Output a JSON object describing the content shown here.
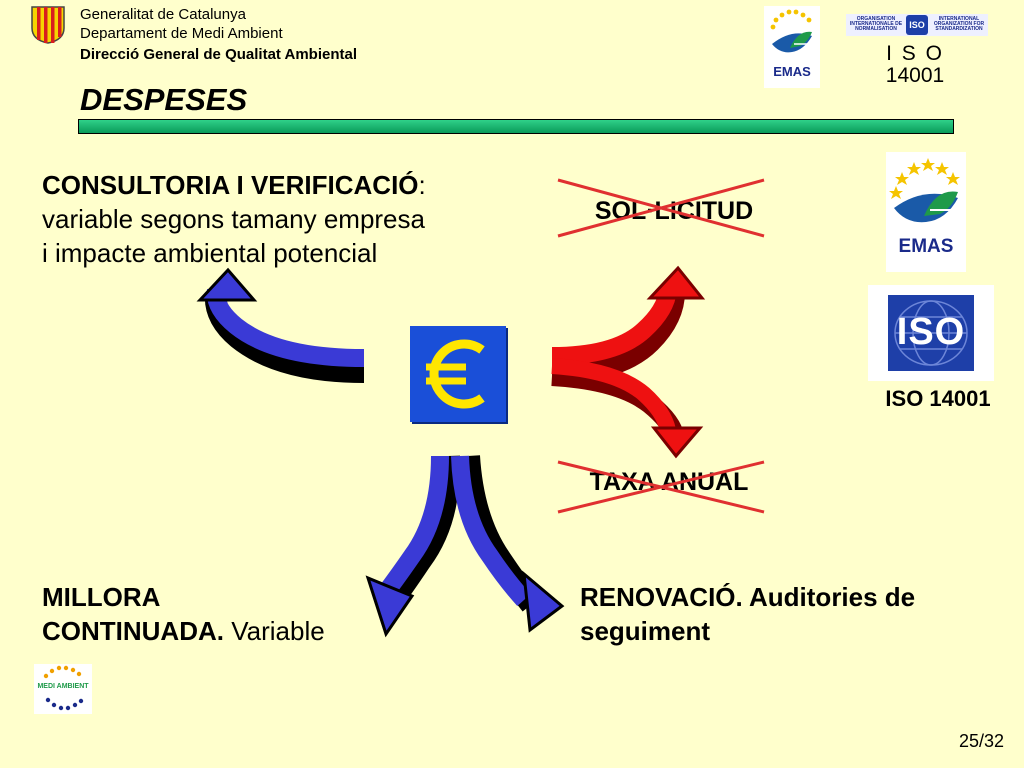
{
  "header": {
    "org_line1": "Generalitat de Catalunya",
    "org_line2": "Departament de Medi Ambient",
    "org_line3": "Direcció General de Qualitat Ambiental",
    "iso_top_label_1": "I S O",
    "iso_top_label_2": "14001",
    "iso_org_left": "ORGANISATION INTERNATIONALE DE NORMALISATION",
    "iso_org_right": "INTERNATIONAL ORGANIZATION FOR STANDARDIZATION",
    "iso_mark": "ISO"
  },
  "slide": {
    "title": "DESPESES",
    "consultoria_title": "CONSULTORIA I VERIFICACIÓ",
    "consultoria_colon": ":",
    "consultoria_line2": "variable segons tamany empresa",
    "consultoria_line3": "i impacte ambiental potencial",
    "sollicitud": "SOL·LICITUD",
    "taxa_anual": "TAXA ANUAL",
    "millora_line1": "MILLORA",
    "millora_line2_bold": "CONTINUADA.",
    "millora_line2_rest": " Variable",
    "renovacio_line1": "RENOVACIÓ. Auditories de",
    "renovacio_line2": "seguiment",
    "iso_caption": "ISO 14001",
    "emas_label": "EMAS",
    "emas_label_small": "EMAS",
    "iso_logo_text": "ISO",
    "medi_ambient_label": "MEDI AMBIENT",
    "page_number": "25/32"
  },
  "colors": {
    "background": "#ffffcc",
    "title_bar": "#19b36e",
    "arrow_blue": "#3a3ad6",
    "arrow_red": "#ee1111",
    "cross_red": "#e03030",
    "euro_blue": "#1a4fd8",
    "euro_yellow": "#ffe600",
    "iso_blue": "#1e3fa8",
    "emas_blue": "#1a5aa8",
    "emas_green": "#1f9a4a"
  }
}
